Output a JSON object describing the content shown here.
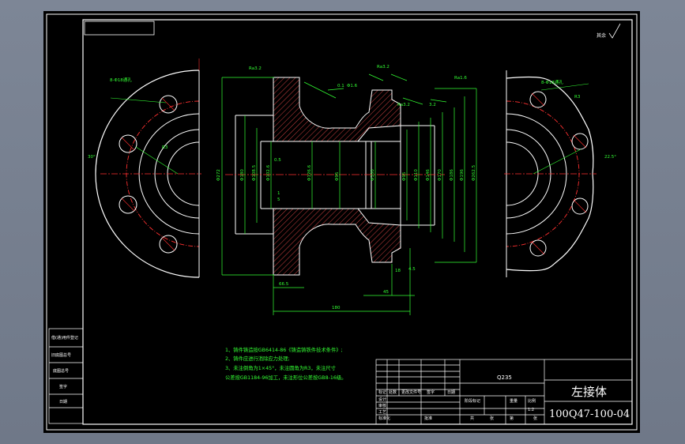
{
  "drawing": {
    "title": "左接体",
    "drawing_number": "100Q47-100-04",
    "material": "Q235",
    "scale": "1:2",
    "roughness_note": "其余",
    "notes": [
      "1、铸件铸造按GB6414-86《铸造铸铁件技术条件》;",
      "2、铸件应进行消除应力处理;",
      "3、未注倒角为1×45°，未注圆角为R3，未注尺寸",
      "公差按GB1184-96加工，未注形位公差按GB8-16级。"
    ]
  },
  "dimensions": {
    "top": [
      "Ra3.2",
      "0.1",
      "Φ1.6",
      "Ra3.2",
      "Ra3.2",
      "Ra1.6"
    ],
    "left_vertical": [
      "Φ272",
      "Φ180",
      "Φ108.5",
      "Φ102.6"
    ],
    "middle_vertical": [
      "Φ126.6",
      "Φ95",
      "Φ100"
    ],
    "right_vertical": [
      "Φ95",
      "Φ110",
      "Φ146",
      "Φ170",
      "Φ186",
      "Φ196",
      "Φ262.5"
    ],
    "bottom": [
      "66.5",
      "45",
      "180",
      "18"
    ],
    "left_view_labels": [
      "8-Φ18通孔",
      "R3",
      "30°"
    ],
    "right_view_labels": [
      "8-Φ18通孔",
      "R3",
      "22.5°"
    ],
    "misc": [
      "1",
      "5",
      "3.2",
      "0.5",
      "4.5"
    ]
  },
  "title_block": {
    "left_column": [
      "借(通)用件登记",
      "旧底图总号",
      "底图总号",
      "签字",
      "日期"
    ],
    "bottom_left": [
      "标记",
      "处数",
      "更改文件号",
      "签字",
      "日期"
    ],
    "sign_rows": [
      "设计",
      "审核",
      "工艺",
      "标准化",
      "批准"
    ],
    "stage_headers": [
      "阶段标记",
      "重量",
      "比例"
    ],
    "sheet_info": [
      "共",
      "张",
      "第",
      "张"
    ]
  }
}
